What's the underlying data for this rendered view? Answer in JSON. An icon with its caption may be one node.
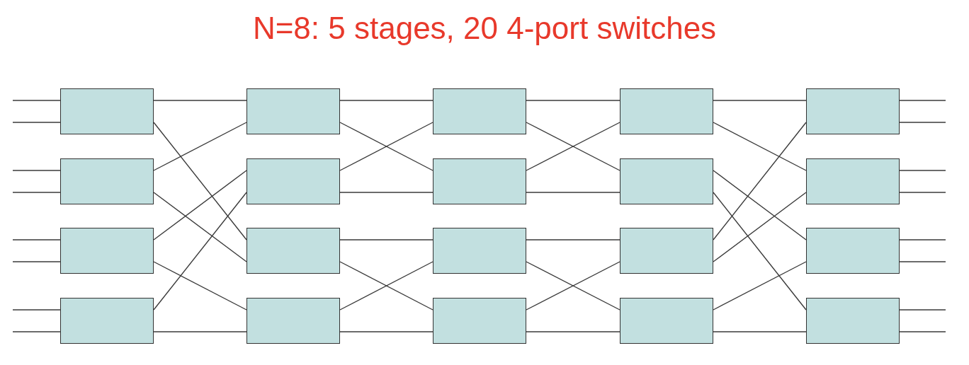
{
  "diagram": {
    "title": "N=8: 5 stages, 20 4-port switches",
    "nodes": [
      {
        "text": [],
        "shape": "box"
      },
      {
        "text": [],
        "shape": "box"
      },
      {
        "text": [],
        "shape": "box"
      },
      {
        "text": [],
        "shape": "box"
      },
      {
        "text": [],
        "shape": "box"
      },
      {
        "text": [],
        "shape": "box"
      },
      {
        "text": [],
        "shape": "box"
      },
      {
        "text": [],
        "shape": "box"
      },
      {
        "text": [],
        "shape": "box"
      },
      {
        "text": [],
        "shape": "box"
      },
      {
        "text": [],
        "shape": "box"
      },
      {
        "text": [],
        "shape": "box"
      },
      {
        "text": [],
        "shape": "box"
      },
      {
        "text": [],
        "shape": "box"
      },
      {
        "text": [],
        "shape": "box"
      },
      {
        "text": [],
        "shape": "box"
      },
      {
        "text": [],
        "shape": "box"
      },
      {
        "text": [],
        "shape": "box"
      },
      {
        "text": [],
        "shape": "box"
      },
      {
        "text": [],
        "shape": "box"
      }
    ],
    "edges": [
      {
        "from": null,
        "to": 0,
        "arrow": "none"
      },
      {
        "from": null,
        "to": 0,
        "arrow": "none"
      },
      {
        "from": null,
        "to": 5,
        "arrow": "none"
      },
      {
        "from": null,
        "to": 5,
        "arrow": "none"
      },
      {
        "from": null,
        "to": 10,
        "arrow": "none"
      },
      {
        "from": null,
        "to": 10,
        "arrow": "none"
      },
      {
        "from": null,
        "to": 15,
        "arrow": "none"
      },
      {
        "from": null,
        "to": 15,
        "arrow": "none"
      },
      {
        "from": 0,
        "to": 1,
        "arrow": "none"
      },
      {
        "from": 0,
        "to": 11,
        "arrow": "none"
      },
      {
        "from": 5,
        "to": 1,
        "arrow": "none"
      },
      {
        "from": 5,
        "to": 11,
        "arrow": "none"
      },
      {
        "from": 10,
        "to": 6,
        "arrow": "none"
      },
      {
        "from": 10,
        "to": 16,
        "arrow": "none"
      },
      {
        "from": 15,
        "to": 6,
        "arrow": "none"
      },
      {
        "from": 15,
        "to": 16,
        "arrow": "none"
      },
      {
        "from": 1,
        "to": 2,
        "arrow": "none"
      },
      {
        "from": 1,
        "to": 7,
        "arrow": "none"
      },
      {
        "from": 6,
        "to": 2,
        "arrow": "none"
      },
      {
        "from": 6,
        "to": 7,
        "arrow": "none"
      },
      {
        "from": 11,
        "to": 12,
        "arrow": "none"
      },
      {
        "from": 11,
        "to": 17,
        "arrow": "none"
      },
      {
        "from": 16,
        "to": 12,
        "arrow": "none"
      },
      {
        "from": 16,
        "to": 17,
        "arrow": "none"
      },
      {
        "from": 2,
        "to": 3,
        "arrow": "none"
      },
      {
        "from": 2,
        "to": 8,
        "arrow": "none"
      },
      {
        "from": 7,
        "to": 3,
        "arrow": "none"
      },
      {
        "from": 7,
        "to": 8,
        "arrow": "none"
      },
      {
        "from": 12,
        "to": 13,
        "arrow": "none"
      },
      {
        "from": 12,
        "to": 18,
        "arrow": "none"
      },
      {
        "from": 17,
        "to": 13,
        "arrow": "none"
      },
      {
        "from": 17,
        "to": 18,
        "arrow": "none"
      },
      {
        "from": 3,
        "to": 4,
        "arrow": "none"
      },
      {
        "from": 3,
        "to": 9,
        "arrow": "none"
      },
      {
        "from": 8,
        "to": 14,
        "arrow": "none"
      },
      {
        "from": 8,
        "to": 19,
        "arrow": "none"
      },
      {
        "from": 13,
        "to": 4,
        "arrow": "none"
      },
      {
        "from": 13,
        "to": 9,
        "arrow": "none"
      },
      {
        "from": 18,
        "to": 14,
        "arrow": "none"
      },
      {
        "from": 18,
        "to": 19,
        "arrow": "none"
      },
      {
        "from": 4,
        "to": null,
        "arrow": "none"
      },
      {
        "from": 4,
        "to": null,
        "arrow": "none"
      },
      {
        "from": 9,
        "to": null,
        "arrow": "none"
      },
      {
        "from": 9,
        "to": null,
        "arrow": "none"
      },
      {
        "from": 14,
        "to": null,
        "arrow": "none"
      },
      {
        "from": 14,
        "to": null,
        "arrow": "none"
      },
      {
        "from": 19,
        "to": null,
        "arrow": "none"
      },
      {
        "from": 19,
        "to": null,
        "arrow": "none"
      }
    ]
  }
}
